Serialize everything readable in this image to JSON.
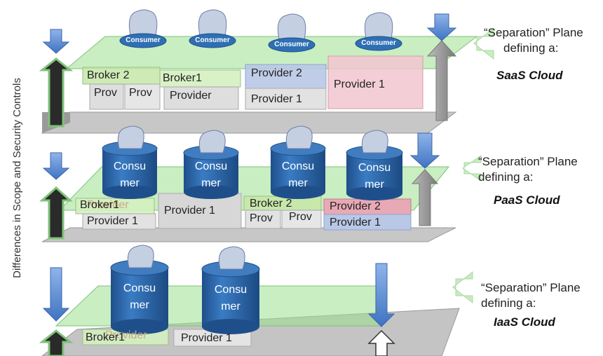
{
  "side_label": "Differences in Scope and Security Controls",
  "separation_line1": "“Separation” Plane",
  "separation_line2": "defining a:",
  "clouds": {
    "saas": "SaaS Cloud",
    "paas": "PaaS Cloud",
    "iaas": "IaaS Cloud"
  },
  "consumer_small": "Consumer",
  "consumer_cyl": "Consu\nmer",
  "saas_layer": {
    "broker2": "Broker 2",
    "broker1": "Broker1",
    "provider2": "Provider 2",
    "provider1_right": "Provider 1",
    "prov_a": "Prov",
    "prov_b": "Prov",
    "provider_mid": "Provider",
    "provider1_low": "Provider 1"
  },
  "paas_layer": {
    "broker1": "Broker1",
    "provider_ghost": "Provider",
    "provider1_left": "Provider 1",
    "provider1_mid": "Provider 1",
    "broker2": "Broker 2",
    "prov_a": "Prov",
    "prov_b": "Prov",
    "provider2": "Provider 2",
    "provider1_right": "Provider 1"
  },
  "iaas_layer": {
    "broker1": "Broker1",
    "provider_ghost": "Provider",
    "provider1": "Provider 1"
  },
  "colors": {
    "green_plane": "#9be08f",
    "slab_top": "#c8c8c8",
    "slab_front": "#8f8f8f",
    "cylinder": "#2f6fb3",
    "arrow_blue": "#5b8fd6",
    "arrow_gray": "#8a8a8a",
    "pink": "#e8a9b6",
    "lavender": "#b9c8e6"
  }
}
